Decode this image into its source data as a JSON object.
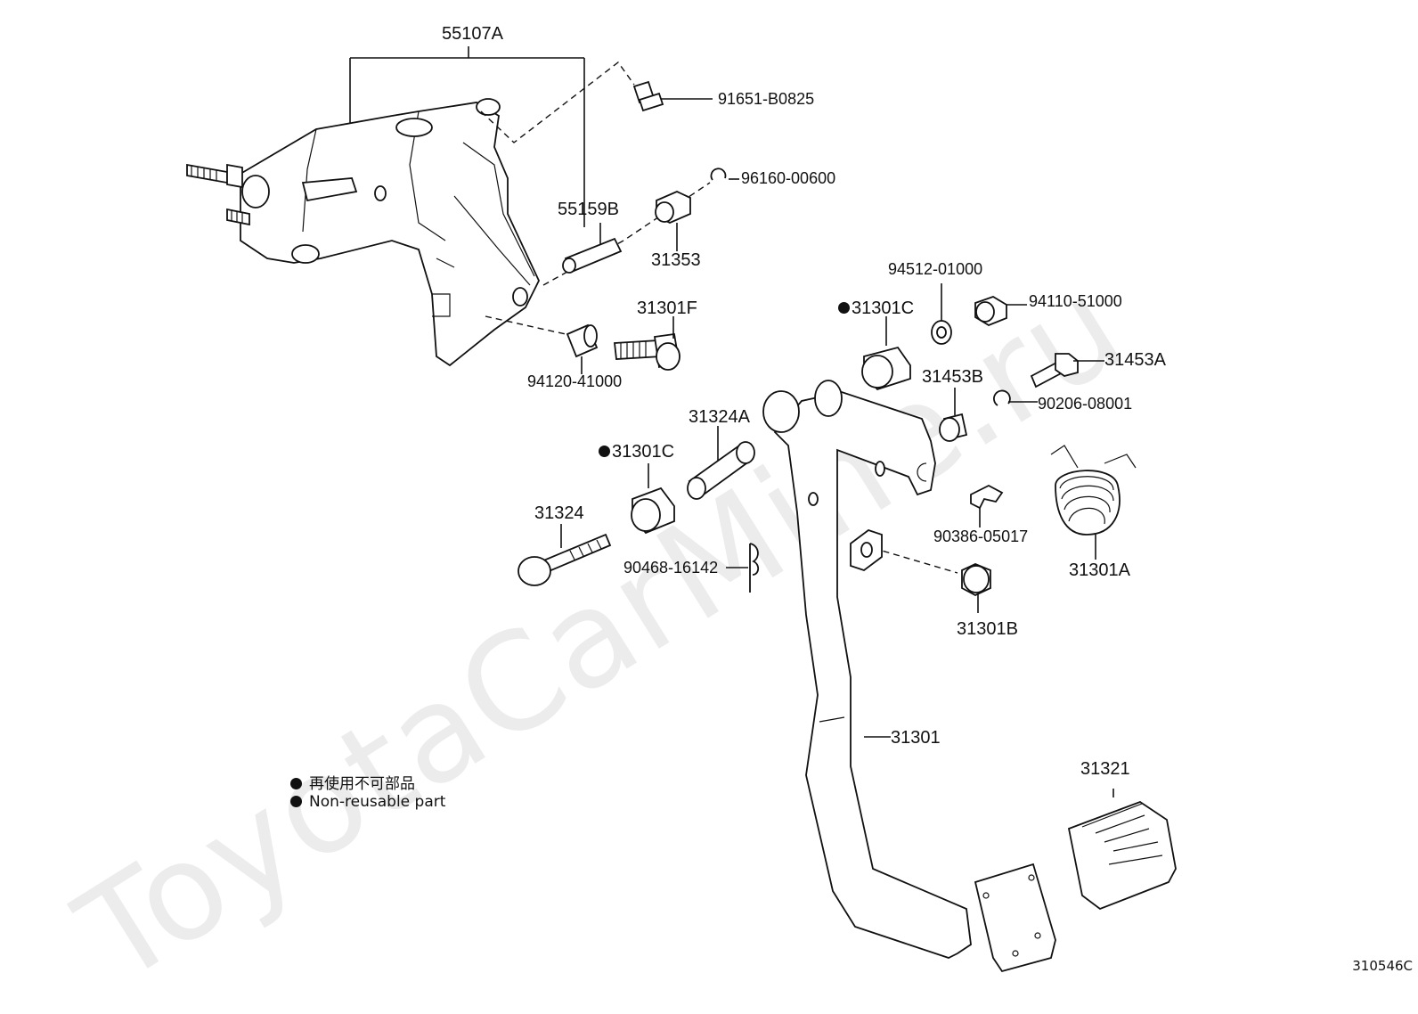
{
  "watermark": "ToyotaCarMine.ru",
  "diagram_id": "310546C",
  "legend": {
    "line_jp": "再使用不可部品",
    "line_en": "Non-reusable part"
  },
  "callouts": {
    "c55107A": "55107A",
    "c91651": "91651-B0825",
    "c96160": "96160-00600",
    "c55159B": "55159B",
    "c31353": "31353",
    "c31301F": "31301F",
    "c94120": "94120-41000",
    "c94512": "94512-01000",
    "c31301C_top": "31301C",
    "c94110": "94110-51000",
    "c31453A": "31453A",
    "c31453B": "31453B",
    "c90206": "90206-08001",
    "c31324A": "31324A",
    "c31301C_mid": "31301C",
    "c31324": "31324",
    "c90468": "90468-16142",
    "c90386": "90386-05017",
    "c31301A": "31301A",
    "c31301B": "31301B",
    "c31301": "31301",
    "c31321": "31321"
  }
}
